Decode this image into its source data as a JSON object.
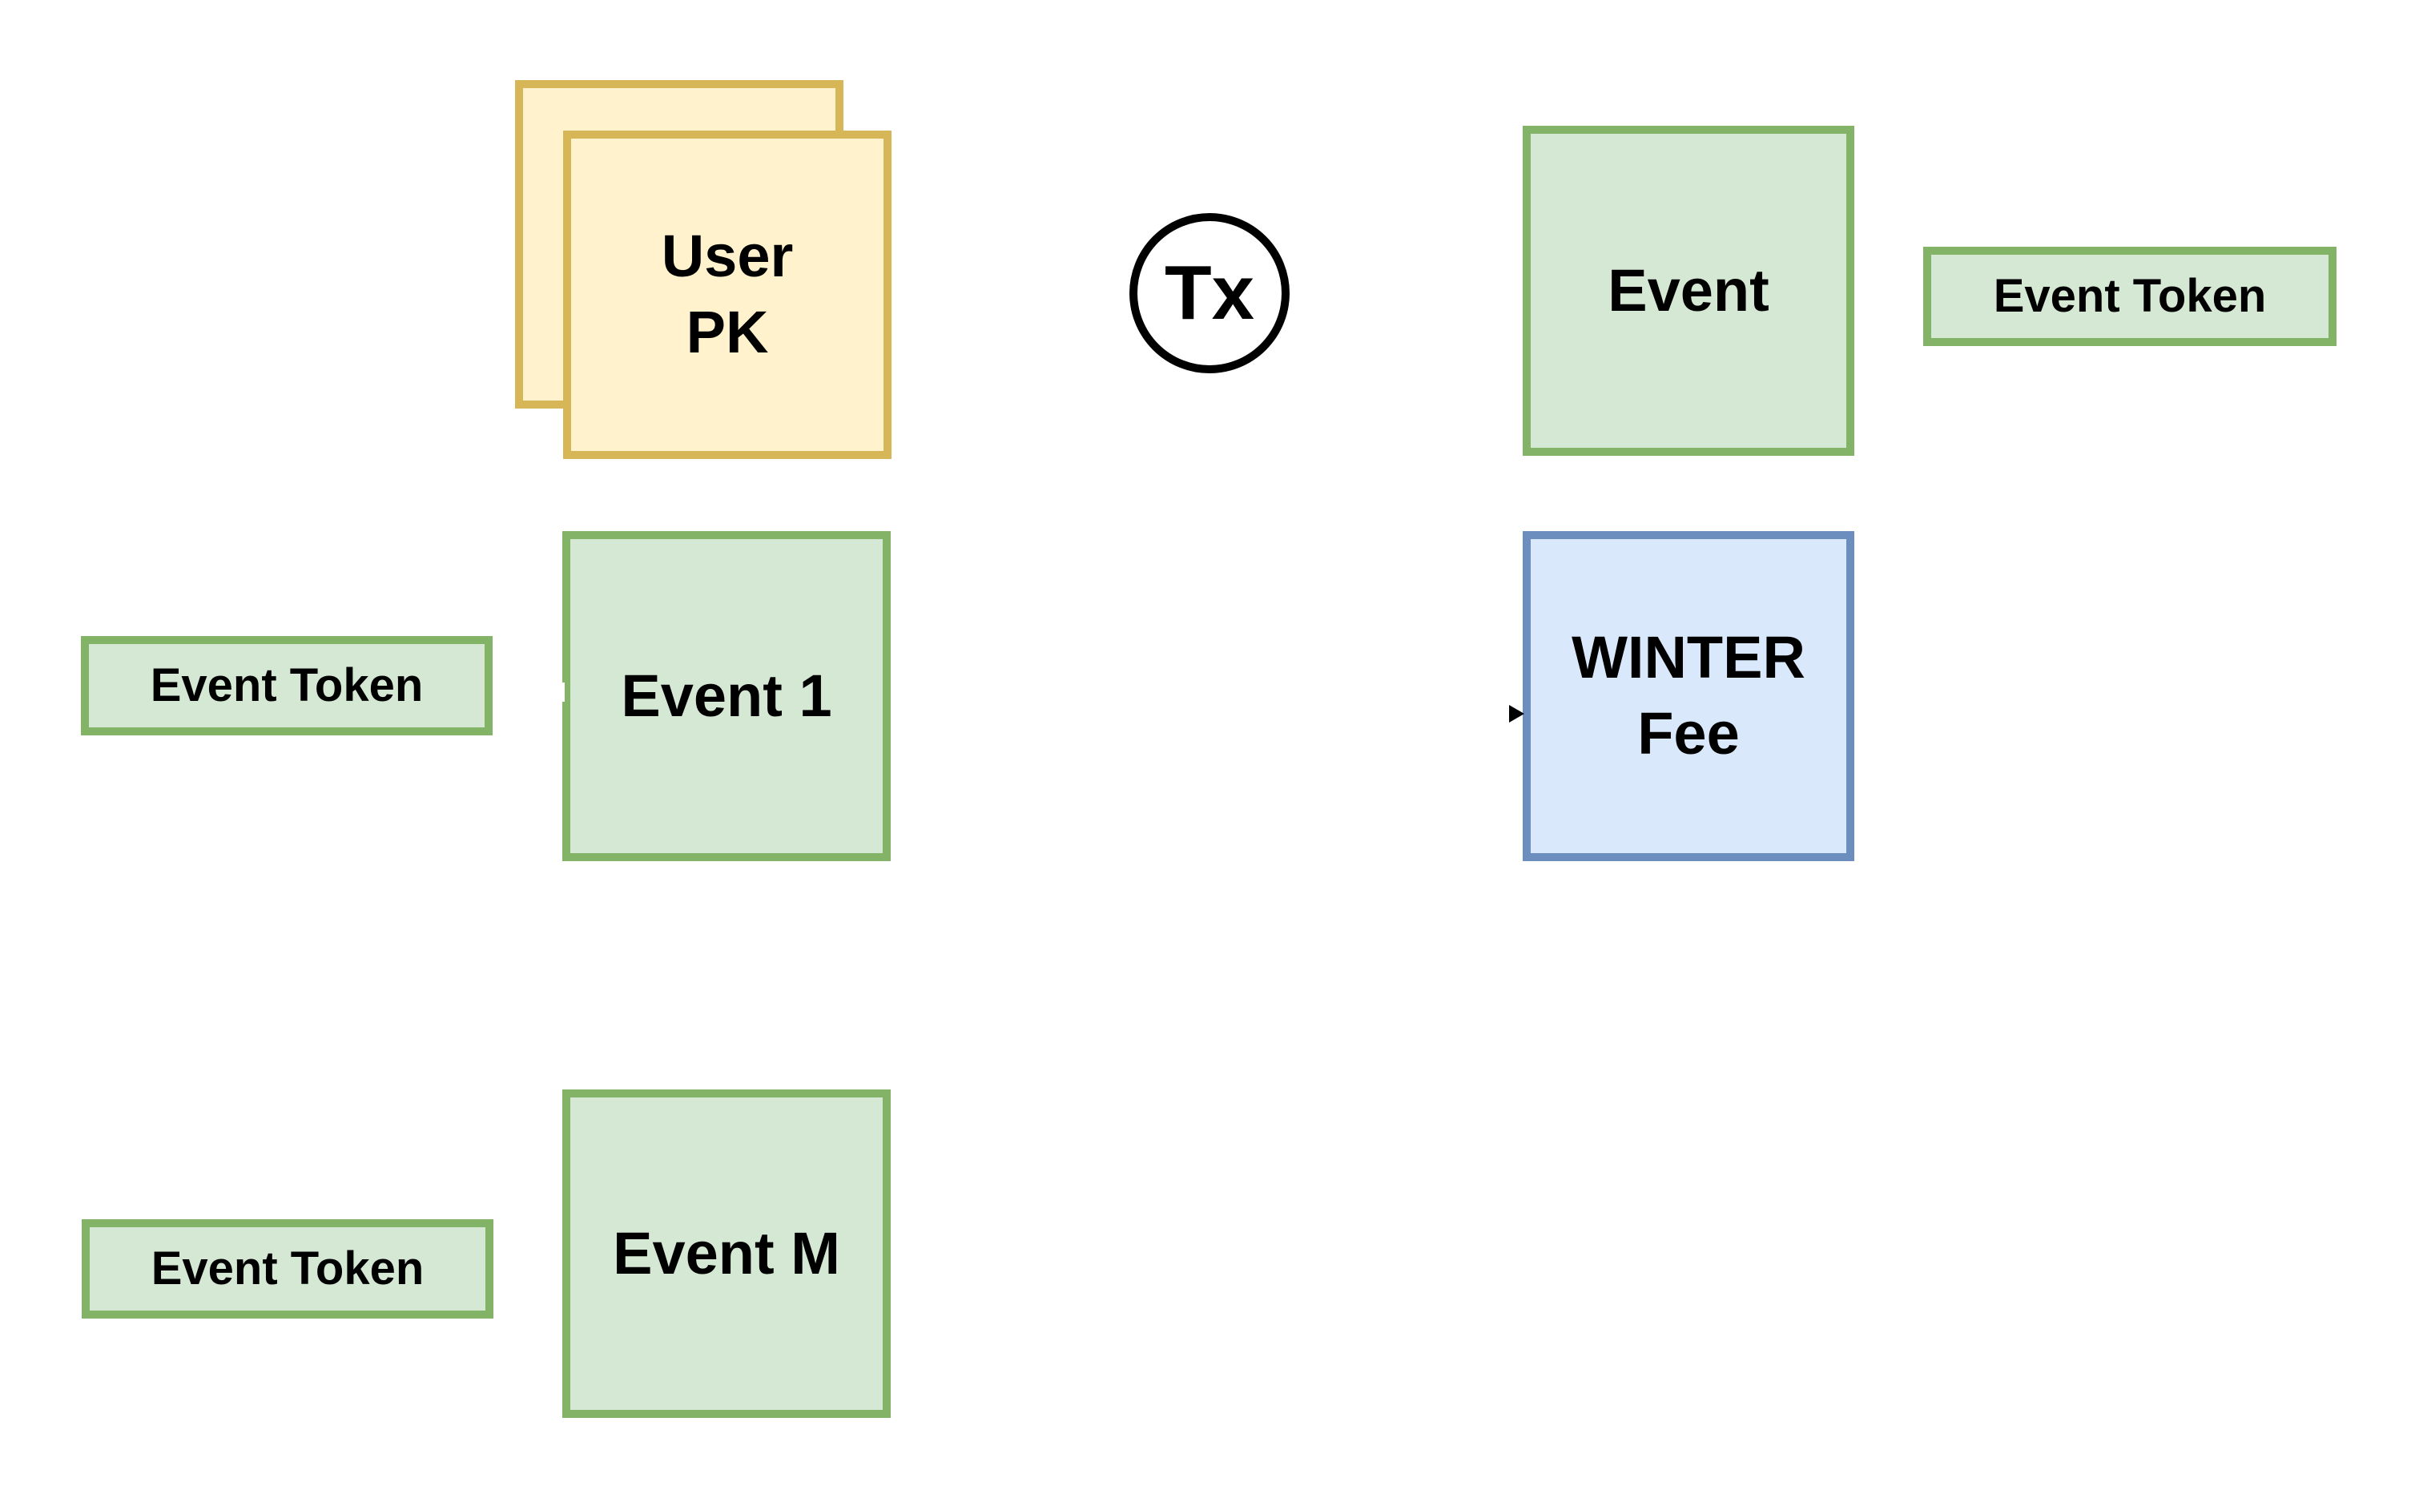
{
  "colors": {
    "canvas_bg": "#ffffff",
    "yellow_fill": "#fff2cc",
    "yellow_stroke": "#d6b656",
    "green_fill": "#d5e8d4",
    "green_stroke": "#82b366",
    "blue_fill": "#dae8fc",
    "blue_stroke": "#6c8ebf",
    "line_color": "#000000"
  },
  "nodes": {
    "user_pk": {
      "lines": [
        "User",
        "PK"
      ]
    },
    "tx": {
      "label": "Tx"
    },
    "event": {
      "label": "Event"
    },
    "event_token_right": {
      "label": "Event Token"
    },
    "event_1": {
      "label": "Event 1"
    },
    "event_token_middle": {
      "label": "Event Token"
    },
    "winter_fee": {
      "lines": [
        "WINTER",
        "Fee"
      ]
    },
    "event_m": {
      "label": "Event M"
    },
    "event_token_bottom": {
      "label": "Event Token"
    }
  }
}
